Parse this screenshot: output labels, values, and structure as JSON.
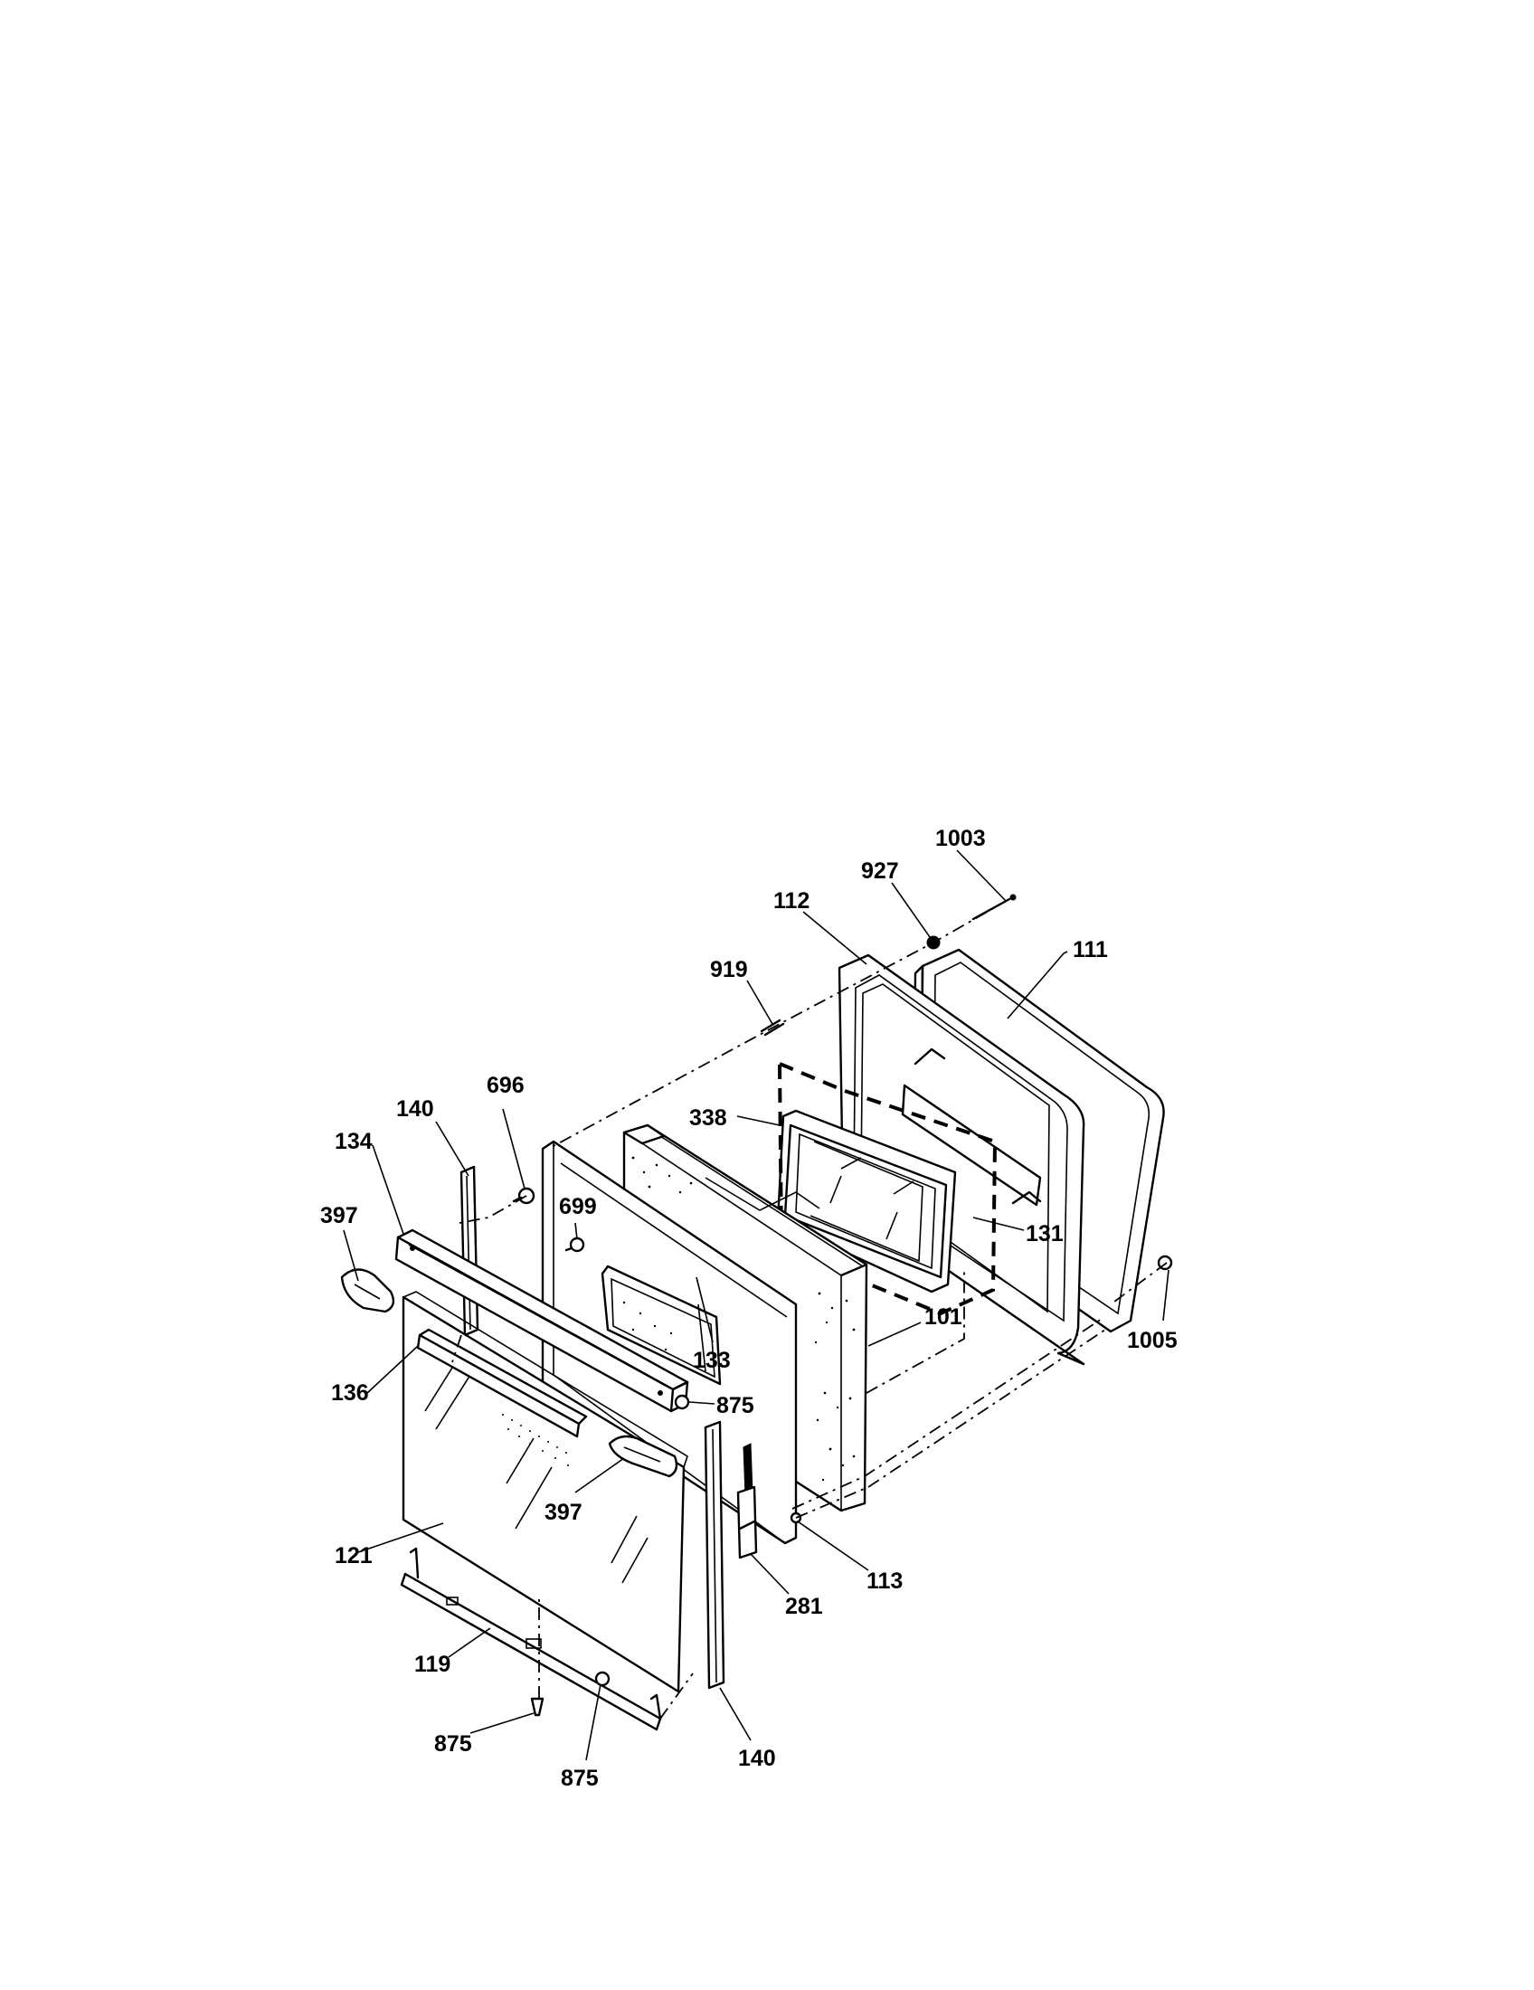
{
  "diagram": {
    "labels": [
      {
        "id": "1003",
        "text": "1003"
      },
      {
        "id": "927",
        "text": "927"
      },
      {
        "id": "112",
        "text": "112"
      },
      {
        "id": "111",
        "text": "111"
      },
      {
        "id": "919",
        "text": "919"
      },
      {
        "id": "338",
        "text": "338"
      },
      {
        "id": "140a",
        "text": "140"
      },
      {
        "id": "696",
        "text": "696"
      },
      {
        "id": "134",
        "text": "134"
      },
      {
        "id": "397a",
        "text": "397"
      },
      {
        "id": "699",
        "text": "699"
      },
      {
        "id": "131",
        "text": "131"
      },
      {
        "id": "1005",
        "text": "1005"
      },
      {
        "id": "133",
        "text": "133"
      },
      {
        "id": "101",
        "text": "101"
      },
      {
        "id": "136",
        "text": "136"
      },
      {
        "id": "875a",
        "text": "875"
      },
      {
        "id": "397b",
        "text": "397"
      },
      {
        "id": "121",
        "text": "121"
      },
      {
        "id": "113",
        "text": "113"
      },
      {
        "id": "281",
        "text": "281"
      },
      {
        "id": "119",
        "text": "119"
      },
      {
        "id": "875b",
        "text": "875"
      },
      {
        "id": "875c",
        "text": "875"
      },
      {
        "id": "140b",
        "text": "140"
      }
    ]
  }
}
